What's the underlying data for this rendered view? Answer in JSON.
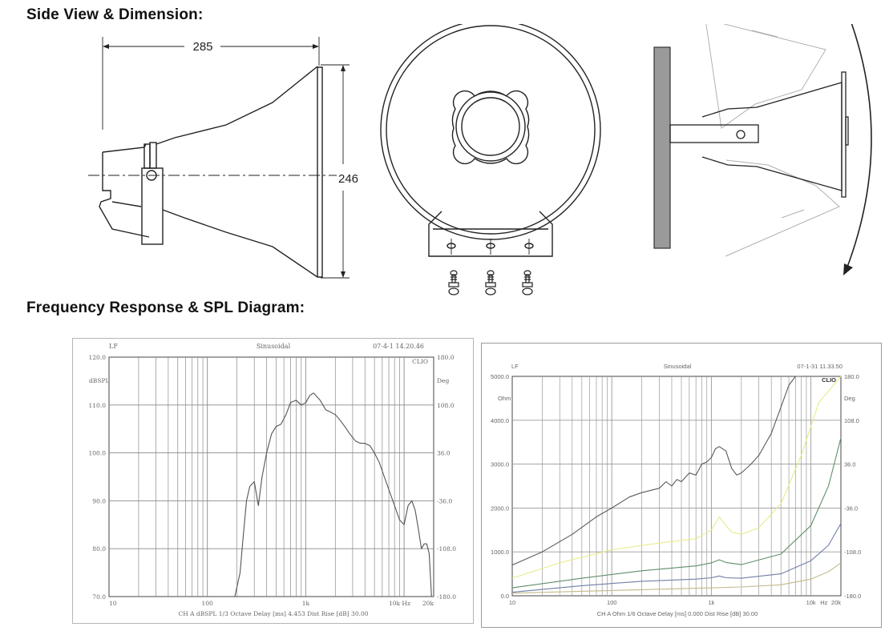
{
  "headings": {
    "side_view": "Side View & Dimension:",
    "frequency": "Frequency Response & SPL Diagram:"
  },
  "dimensions": {
    "length": "285",
    "diameter": "246"
  },
  "icons": [
    "horn-side-view-drawing",
    "horn-front-view-drawing",
    "bracket-swivel-drawing",
    "screw-icon",
    "rotation-arrow-icon"
  ],
  "chart1": {
    "top_left": "LF",
    "top_center": "Sinusoidal",
    "top_right": "07-4-1 14.20.46",
    "brand": "CLIO",
    "left_unit": "dBSPL",
    "right_unit": "Deg",
    "bottom_caption": "CH A   dBSPL   1/3 Octave   Delay [ms] 4.453   Dist Rise [dB] 30.00",
    "line_color": "#555555"
  },
  "chart2": {
    "top_left": "LF",
    "top_center": "Sinusoidal",
    "top_right": "07-1-31 11.33.50",
    "brand": "CLIO",
    "left_unit": "Ohm",
    "right_unit": "Deg",
    "bottom_caption": "CH A   Ohm   1/6 Octave   Delay [ms] 0.000   Dist Rise [dB] 30.00",
    "series_colors": [
      "#5a5a5a",
      "#eaea8a",
      "#5f8f6a",
      "#6f7fa8",
      "#c2b98a"
    ]
  },
  "chart_data": [
    {
      "type": "line",
      "title": "",
      "x_scale": "log",
      "xlim": [
        10,
        20000
      ],
      "x_ticks": [
        "10",
        "100",
        "1k",
        "10k Hz",
        "20k"
      ],
      "ylim": [
        70,
        120
      ],
      "y_ticks": [
        "120.0",
        "110.0",
        "100.0",
        "90.0",
        "80.0",
        "70.0"
      ],
      "y2lim": [
        -180,
        180
      ],
      "y2_ticks": [
        "180.0",
        "108.0",
        "36.0",
        "-36.0",
        "-108.0",
        "-180.0"
      ],
      "series": [
        {
          "x": [
            190,
            200,
            215,
            230,
            250,
            270,
            300,
            330,
            360,
            400,
            450,
            500,
            560,
            630,
            700,
            800,
            900,
            1000,
            1100,
            1200,
            1400,
            1600,
            1800,
            2000,
            2200,
            2500,
            2800,
            3200,
            3600,
            4000,
            4500,
            5000,
            5600,
            6300,
            7100,
            8000,
            9000,
            10000,
            11000,
            12000,
            13000,
            14000,
            15000,
            16000,
            17000,
            18000,
            19000
          ],
          "y": [
            70,
            72,
            75,
            82,
            90,
            93,
            94,
            89,
            95,
            100,
            104,
            105.5,
            106,
            108,
            110.5,
            111,
            110,
            110.5,
            112,
            112.5,
            111,
            109,
            108.5,
            108,
            107,
            105.5,
            104,
            102.5,
            102,
            102,
            101.5,
            100,
            98,
            95,
            92,
            89,
            86,
            85,
            89,
            90,
            88,
            84,
            80,
            81,
            81,
            79,
            70
          ]
        }
      ]
    },
    {
      "type": "line",
      "title": "",
      "x_scale": "log",
      "xlim": [
        10,
        20000
      ],
      "x_ticks": [
        "10",
        "100",
        "1k",
        "10k",
        "Hz",
        "20k"
      ],
      "ylim": [
        0,
        5000
      ],
      "y_ticks": [
        "5000.0",
        "4000.0",
        "3000.0",
        "2000.0",
        "1000.0",
        "0.0"
      ],
      "y2lim": [
        -180,
        180
      ],
      "y2_ticks": [
        "180.0",
        "108.0",
        "36.0",
        "-36.0",
        "-108.0",
        "-180.0"
      ],
      "series": [
        {
          "x": [
            10,
            20,
            40,
            70,
            100,
            150,
            200,
            300,
            350,
            400,
            450,
            500,
            600,
            700,
            800,
            900,
            1000,
            1100,
            1200,
            1400,
            1600,
            1800,
            2000,
            2500,
            3000,
            4000,
            5000,
            6000,
            7000,
            8000
          ],
          "y": [
            700,
            1000,
            1400,
            1800,
            2000,
            2250,
            2350,
            2450,
            2600,
            2500,
            2650,
            2600,
            2800,
            2750,
            3000,
            3050,
            3150,
            3350,
            3400,
            3300,
            2900,
            2750,
            2800,
            3000,
            3200,
            3700,
            4300,
            4800,
            5000,
            5000
          ]
        },
        {
          "x": [
            10,
            30,
            100,
            300,
            700,
            1000,
            1100,
            1200,
            1400,
            1600,
            2000,
            3000,
            5000,
            8000,
            12000,
            20000
          ],
          "y": [
            400,
            750,
            1050,
            1200,
            1300,
            1500,
            1650,
            1800,
            1600,
            1450,
            1400,
            1550,
            2100,
            3200,
            4400,
            5000
          ]
        },
        {
          "x": [
            10,
            50,
            200,
            700,
            1000,
            1200,
            1400,
            2000,
            5000,
            10000,
            15000,
            20000
          ],
          "y": [
            180,
            400,
            570,
            680,
            750,
            820,
            760,
            710,
            950,
            1600,
            2500,
            3600
          ]
        },
        {
          "x": [
            10,
            50,
            200,
            700,
            1000,
            1200,
            1400,
            2000,
            5000,
            10000,
            15000,
            20000
          ],
          "y": [
            80,
            230,
            330,
            380,
            410,
            450,
            410,
            400,
            500,
            800,
            1150,
            1650
          ]
        },
        {
          "x": [
            10,
            100,
            1000,
            2000,
            5000,
            10000,
            15000,
            20000
          ],
          "y": [
            60,
            120,
            180,
            200,
            250,
            380,
            550,
            750
          ]
        }
      ]
    }
  ]
}
